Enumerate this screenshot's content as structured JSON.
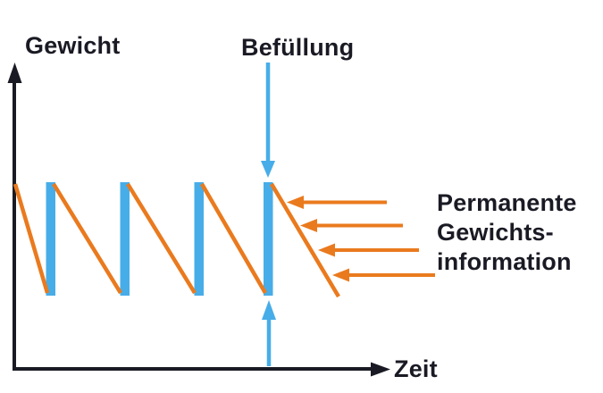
{
  "labels": {
    "y_axis": "Gewicht",
    "x_axis": "Zeit",
    "refill": "Befüllung",
    "annotation_lines": [
      "Permanente",
      "Gewichts-",
      "information"
    ]
  },
  "icons": {
    "y_axis_arrow": "arrow-up",
    "x_axis_arrow": "arrow-right",
    "refill_top_arrow": "arrow-down",
    "refill_bottom_arrow": "arrow-up",
    "annotation_arrows": "arrow-left"
  },
  "colors": {
    "axis": "#1a1a24",
    "text": "#1a1a24",
    "blue": "#47ade8",
    "orange": "#ea7a1e",
    "background": "#ffffff"
  },
  "chart_data": {
    "type": "line",
    "pattern": "sawtooth",
    "title": "",
    "xlabel": "Zeit",
    "ylabel": "Gewicht",
    "description_visible": "Weight declines linearly over time, jumps back to full level at each refill (4 blue refill bars); arrows mark continuous weight readout on final decline.",
    "decline_segments": 5,
    "refill_events": 4,
    "annotations": [
      "Befüllung",
      "Permanente Gewichts- information"
    ],
    "grid": false,
    "axis_ticks": "none"
  }
}
